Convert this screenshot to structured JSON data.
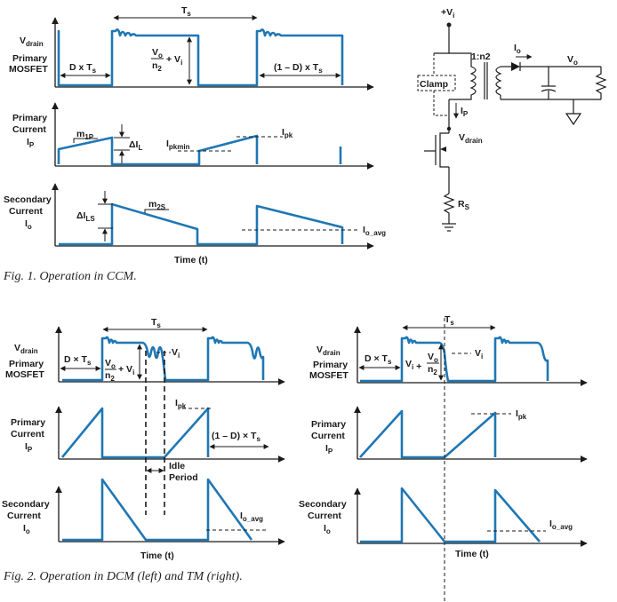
{
  "colors": {
    "waveform": "#1f77b4",
    "ink": "#1a1a1a"
  },
  "fig1": {
    "caption": "Fig. 1. Operation in CCM.",
    "time_label": "Time (t)",
    "ts": "T",
    "ts_sub": "s",
    "row_vdrain": {
      "l1": "V",
      "l1_sub": "drain",
      "l2": "Primary",
      "l3": "MOSFET"
    },
    "row_ip": {
      "l1": "Primary",
      "l2": "Current",
      "l3": "I",
      "l3_sub": "P"
    },
    "row_io": {
      "l1": "Secondary",
      "l2": "Current",
      "l3": "I",
      "l3_sub": "o"
    },
    "d_ts": "D x T",
    "one_minus_d_ts": "(1 – D) x T",
    "vo_label": "V",
    "vo_sub": "o",
    "n2_label": "n",
    "n2_sub": "2",
    "plus_vi": "+ V",
    "plus_vi_sub": "i",
    "m1p": "m",
    "m1p_sub": "1P",
    "delta_il": "ΔI",
    "delta_il_sub": "L",
    "ipkmin": "I",
    "ipkmin_sub": "pkmin",
    "ipk": "I",
    "ipk_sub": "pk",
    "m2s": "m",
    "m2s_sub": "2S",
    "delta_ils": "ΔI",
    "delta_ils_sub": "LS",
    "io_avg": "I",
    "io_avg_sub": "o_avg"
  },
  "circuit": {
    "vi": "+V",
    "vi_sub": "i",
    "ratio": "1:n2",
    "io": "I",
    "io_sub": "o",
    "vo": "V",
    "vo_sub": "o",
    "clamp": "Clamp",
    "ip": "I",
    "ip_sub": "P",
    "vdrain": "V",
    "vdrain_sub": "drain",
    "rs": "R",
    "rs_sub": "S"
  },
  "fig2": {
    "caption": "Fig. 2. Operation in DCM (left) and TM (right).",
    "time_label": "Time (t)",
    "ts": "T",
    "ts_sub": "s",
    "row_vdrain": {
      "l1": "V",
      "l1_sub": "drain",
      "l2": "Primary",
      "l3": "MOSFET"
    },
    "row_ip": {
      "l1": "Primary",
      "l2": "Current",
      "l3": "I",
      "l3_sub": "P"
    },
    "row_io": {
      "l1": "Secondary",
      "l2": "Current",
      "l3": "I",
      "l3_sub": "o"
    },
    "d_ts": "D × T",
    "one_minus_d_ts": "(1 – D) × T",
    "vi_label": "V",
    "vi_sub": "i",
    "ipk": "I",
    "ipk_sub": "pk",
    "io_avg": "I",
    "io_avg_sub": "o_avg",
    "idle": "Idle",
    "period": "Period"
  }
}
